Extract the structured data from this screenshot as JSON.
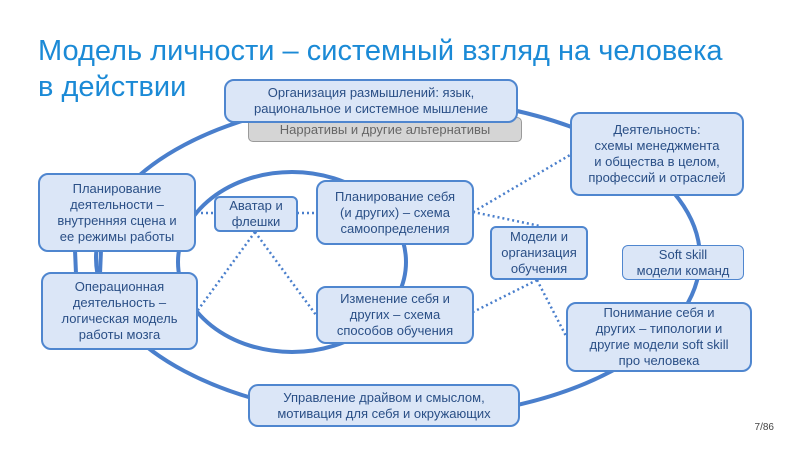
{
  "title": {
    "line1": "Модель личности – системный взгляд на человека",
    "line2": "в действии"
  },
  "boxes": {
    "organization": [
      "Организация размышлений: язык,",
      "рациональное и системное мышление"
    ],
    "narratives": "Нарративы и другие альтернативы",
    "activity": [
      "Деятельность:",
      "схемы менеджмента",
      "и общества в целом,",
      "профессий и отраслей"
    ],
    "planning_activity": [
      "Планирование",
      "деятельности –",
      "внутренняя сцена и",
      "ее режимы работы"
    ],
    "avatar": [
      "Аватар и",
      "флешки"
    ],
    "planning_self": [
      "Планирование себя",
      "(и других) – схема",
      "самоопределения"
    ],
    "learning_models": [
      "Модели и",
      "организация",
      "обучения"
    ],
    "soft_skill": [
      "Soft skill",
      "модели команд"
    ],
    "operational": [
      "Операционная",
      "деятельность –",
      "логическая модель",
      "работы мозга"
    ],
    "change_self": [
      "Изменение себя и",
      "других – схема",
      "способов обучения"
    ],
    "understanding": [
      "Понимание себя и",
      "других – типологии и",
      "другие модели soft skill",
      "про человека"
    ],
    "drive": [
      "Управление драйвом и смыслом,",
      "мотивация для себя и окружающих"
    ]
  },
  "page_number": "7/86",
  "colors": {
    "title": "#1b8ad6",
    "line": "#4a7fcc",
    "box_fill": "#dbe6f7"
  }
}
